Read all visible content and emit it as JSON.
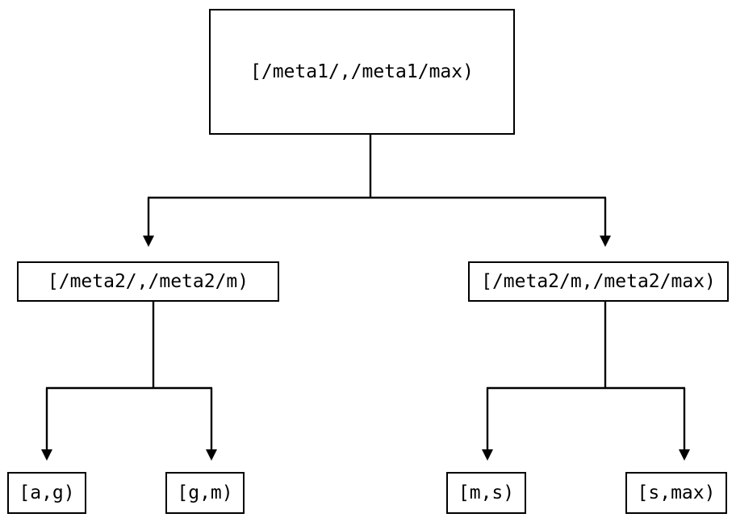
{
  "diagram": {
    "type": "tree",
    "title": "",
    "background_color": "#ffffff",
    "line_color": "#000000",
    "text_color": "#000000",
    "nodes": {
      "root": {
        "label": "[/meta1/,/meta1/max)"
      },
      "meta2_low": {
        "label": "[/meta2/,/meta2/m)"
      },
      "meta2_high": {
        "label": "[/meta2/m,/meta2/max)"
      },
      "leaf_ag": {
        "label": "[a,g)"
      },
      "leaf_gm": {
        "label": "[g,m)"
      },
      "leaf_ms": {
        "label": "[m,s)"
      },
      "leaf_smax": {
        "label": "[s,max)"
      }
    },
    "edges": [
      {
        "from": "root",
        "to": "meta2_low",
        "arrow": "down-triangle"
      },
      {
        "from": "root",
        "to": "meta2_high",
        "arrow": "down-triangle"
      },
      {
        "from": "meta2_low",
        "to": "leaf_ag",
        "arrow": "down-triangle"
      },
      {
        "from": "meta2_low",
        "to": "leaf_gm",
        "arrow": "down-triangle"
      },
      {
        "from": "meta2_high",
        "to": "leaf_ms",
        "arrow": "down-triangle"
      },
      {
        "from": "meta2_high",
        "to": "leaf_smax",
        "arrow": "down-triangle"
      }
    ]
  }
}
